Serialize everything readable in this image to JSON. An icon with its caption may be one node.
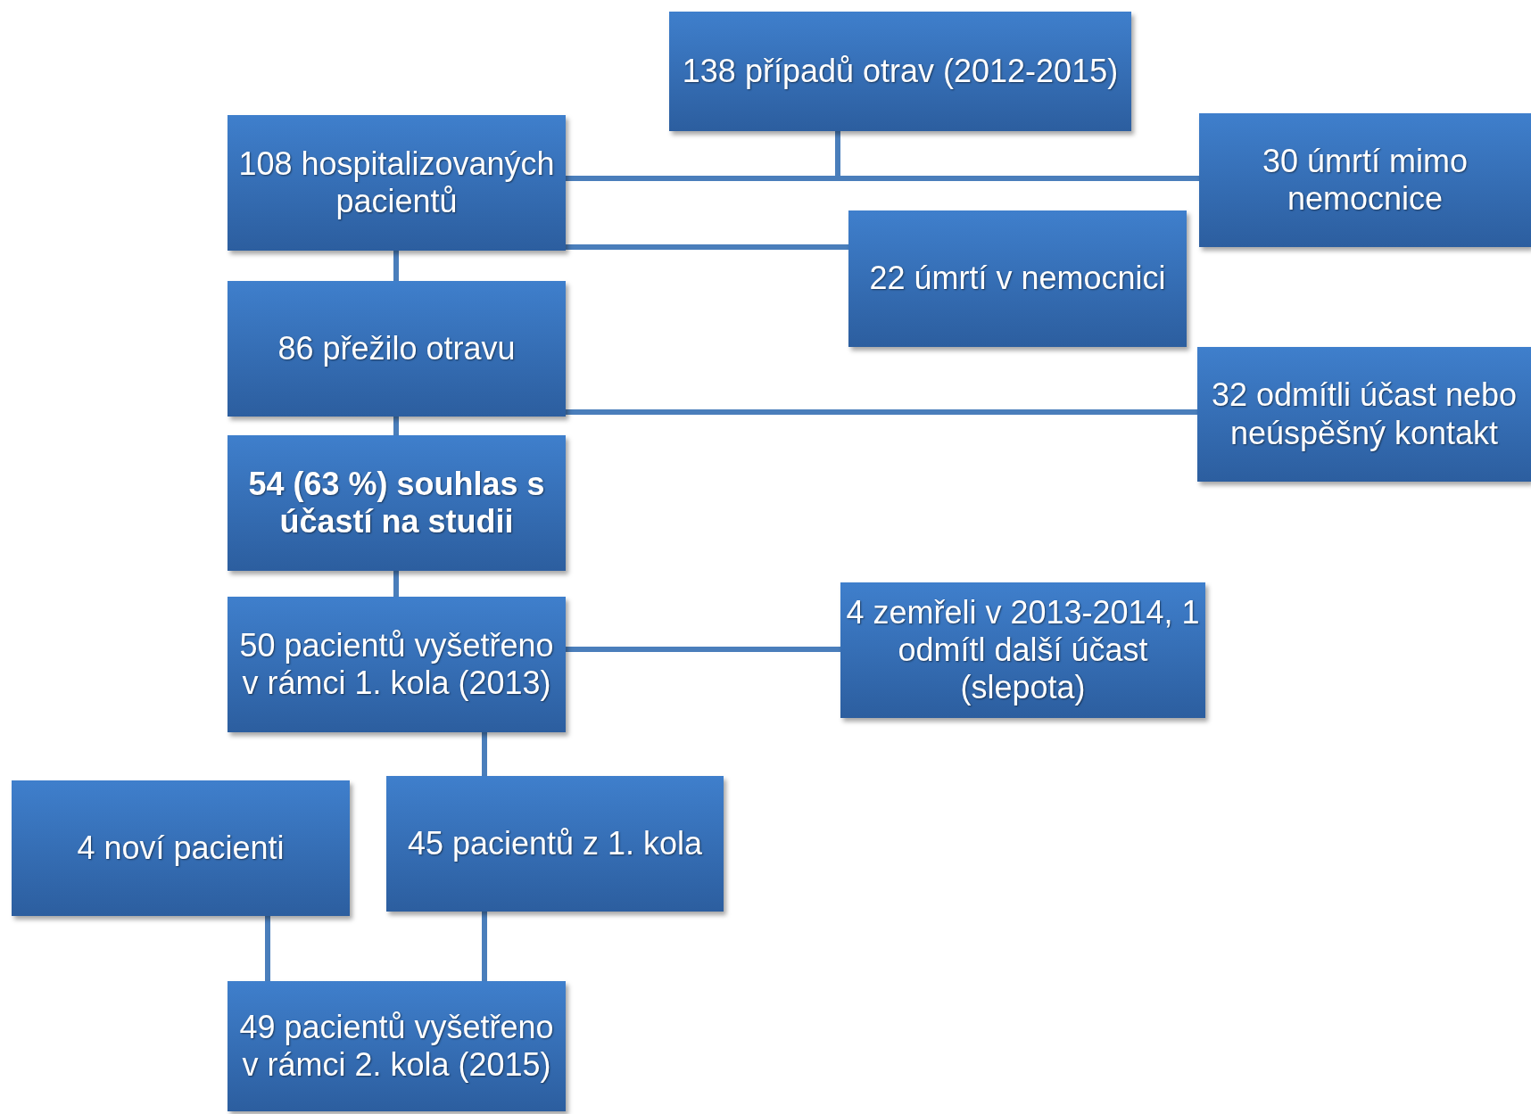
{
  "diagram": {
    "nodes": [
      {
        "text": [
          "138 případů otrav (2012-2015)"
        ]
      },
      {
        "text": [
          "108 hospitalizovaných pacientů"
        ]
      },
      {
        "text": [
          "30 úmrtí mimo nemocnice"
        ]
      },
      {
        "text": [
          "22 úmrtí v nemocnici"
        ]
      },
      {
        "text": [
          "86 přežilo otravu"
        ]
      },
      {
        "text": [
          "32 odmítli účast nebo neúspěšný kontakt"
        ]
      },
      {
        "text": [
          "54 (63 %) souhlas s účastí na studii"
        ]
      },
      {
        "text": [
          "50 pacientů vyšetřeno v rámci 1. kola (2013)"
        ]
      },
      {
        "text": [
          "4 zemřeli v 2013-2014, 1 odmítl další účast (slepota)"
        ]
      },
      {
        "text": [
          "4 noví pacienti"
        ]
      },
      {
        "text": [
          "45 pacientů z 1. kola"
        ]
      },
      {
        "text": [
          "49 pacientů vyšetřeno v rámci 2. kola (2015)"
        ]
      }
    ],
    "edges": [
      {
        "from": 0,
        "to": 1,
        "arrow": "none"
      },
      {
        "from": 0,
        "to": 2,
        "arrow": "none"
      },
      {
        "from": 1,
        "to": 3,
        "arrow": "none"
      },
      {
        "from": 1,
        "to": 4,
        "arrow": "none"
      },
      {
        "from": 4,
        "to": 5,
        "arrow": "none"
      },
      {
        "from": 4,
        "to": 6,
        "arrow": "none"
      },
      {
        "from": 6,
        "to": 7,
        "arrow": "none"
      },
      {
        "from": 7,
        "to": 8,
        "arrow": "none"
      },
      {
        "from": 7,
        "to": 10,
        "arrow": "none"
      },
      {
        "from": 9,
        "to": 11,
        "arrow": "none"
      },
      {
        "from": 10,
        "to": 11,
        "arrow": "none"
      }
    ]
  }
}
